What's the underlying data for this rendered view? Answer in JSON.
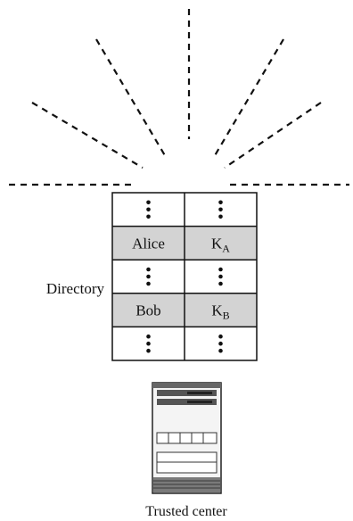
{
  "directory": {
    "label": "Directory",
    "rows": [
      {
        "kind": "ellipsis",
        "name": "",
        "key_base": "",
        "key_sub": ""
      },
      {
        "kind": "entry",
        "name": "Alice",
        "key_base": "K",
        "key_sub": "A"
      },
      {
        "kind": "ellipsis",
        "name": "",
        "key_base": "",
        "key_sub": ""
      },
      {
        "kind": "entry",
        "name": "Bob",
        "key_base": "K",
        "key_sub": "B"
      },
      {
        "kind": "ellipsis",
        "name": "",
        "key_base": "",
        "key_sub": ""
      }
    ]
  },
  "server": {
    "caption": "Trusted center",
    "icon": "server-icon"
  },
  "rays": {
    "count": 7,
    "style": "dashed"
  },
  "colors": {
    "entry_fill": "#d3d3d3",
    "line": "#111111",
    "background": "#ffffff"
  }
}
